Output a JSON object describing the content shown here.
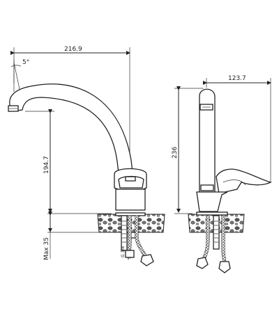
{
  "drawing": {
    "dimensions": {
      "spout_reach": "216.9",
      "spout_angle": "5°",
      "spout_height": "194.7",
      "max_thickness": "Max 35",
      "thread_size": "G 3/8",
      "side_depth": "123.7",
      "total_height": "236"
    },
    "views": [
      "front-view",
      "side-view"
    ]
  }
}
